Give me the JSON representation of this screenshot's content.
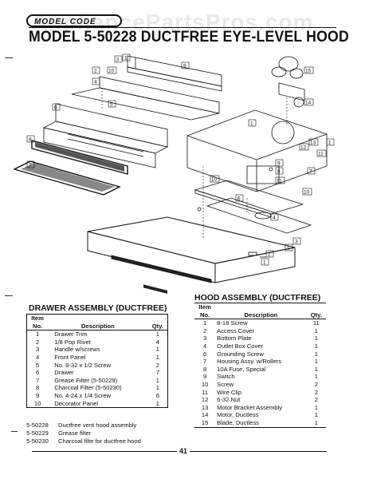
{
  "header": {
    "section_tag": "MODEL CODE",
    "watermark": "AppliancePartsPros.com",
    "title": "MODEL 5-50228 DUCTFREE EYE-LEVEL HOOD"
  },
  "diagram": {
    "callouts": [
      "1",
      "2",
      "3",
      "4",
      "5",
      "6",
      "7",
      "8",
      "9",
      "10",
      "11",
      "12",
      "13",
      "14",
      "15"
    ]
  },
  "drawer_assembly": {
    "title": "DRAWER ASSEMBLY (DUCTFREE)",
    "columns": {
      "item_top": "Item",
      "item_bottom": "No.",
      "description": "Description",
      "qty": "Qty."
    },
    "rows": [
      {
        "no": "1",
        "desc": "Drawer Trim",
        "qty": "1"
      },
      {
        "no": "2",
        "desc": "1/8 Pop Rivet",
        "qty": "4"
      },
      {
        "no": "3",
        "desc": "Handle w/screws",
        "qty": "1"
      },
      {
        "no": "4",
        "desc": "Front Panel",
        "qty": "1"
      },
      {
        "no": "5",
        "desc": "No. 8-32 x 1/2 Screw",
        "qty": "2"
      },
      {
        "no": "6",
        "desc": "Drawer",
        "qty": "7"
      },
      {
        "no": "7",
        "desc": "Grease Filter (5-50229)",
        "qty": "1"
      },
      {
        "no": "8",
        "desc": "Charcoal Filter (5-50230)",
        "qty": "1"
      },
      {
        "no": "9",
        "desc": "No. 4-24 x 1/4 Screw",
        "qty": "6"
      },
      {
        "no": "10",
        "desc": "Decorator Panel",
        "qty": "1"
      }
    ]
  },
  "hood_assembly": {
    "title": "HOOD ASSEMBLY (DUCTFREE)",
    "columns": {
      "item_top": "Item",
      "item_bottom": "No.",
      "description": "Description",
      "qty": "Qty."
    },
    "rows": [
      {
        "no": "1",
        "desc": "8-18 Screw",
        "qty": "11"
      },
      {
        "no": "2",
        "desc": "Access Cover",
        "qty": "1"
      },
      {
        "no": "3",
        "desc": "Bottom Plate",
        "qty": "1"
      },
      {
        "no": "4",
        "desc": "Outlet Box Cover",
        "qty": "1"
      },
      {
        "no": "6",
        "desc": "Grounding Screw",
        "qty": "1"
      },
      {
        "no": "7",
        "desc": "Housing Assy. w/Rollers",
        "qty": "1"
      },
      {
        "no": "8",
        "desc": "10A Fuse, Special",
        "qty": "1"
      },
      {
        "no": "9",
        "desc": "Switch",
        "qty": "1"
      },
      {
        "no": "10",
        "desc": "Screw",
        "qty": "2"
      },
      {
        "no": "11",
        "desc": "Wire Clip",
        "qty": "2"
      },
      {
        "no": "12",
        "desc": "6-32 Nut",
        "qty": "2"
      },
      {
        "no": "13",
        "desc": "Motor Bracket Assembly",
        "qty": "1"
      },
      {
        "no": "14",
        "desc": "Motor, Ductless",
        "qty": "1"
      },
      {
        "no": "15",
        "desc": "Blade, Ductless",
        "qty": "1"
      }
    ]
  },
  "model_notes": [
    {
      "model": "5-50228",
      "desc": "Ductfree vent hood assembly"
    },
    {
      "model": "5-50229",
      "desc": "Grease filter"
    },
    {
      "model": "5-50230",
      "desc": "Charcoal filte for ductfree hood"
    }
  ],
  "page_number": "41"
}
